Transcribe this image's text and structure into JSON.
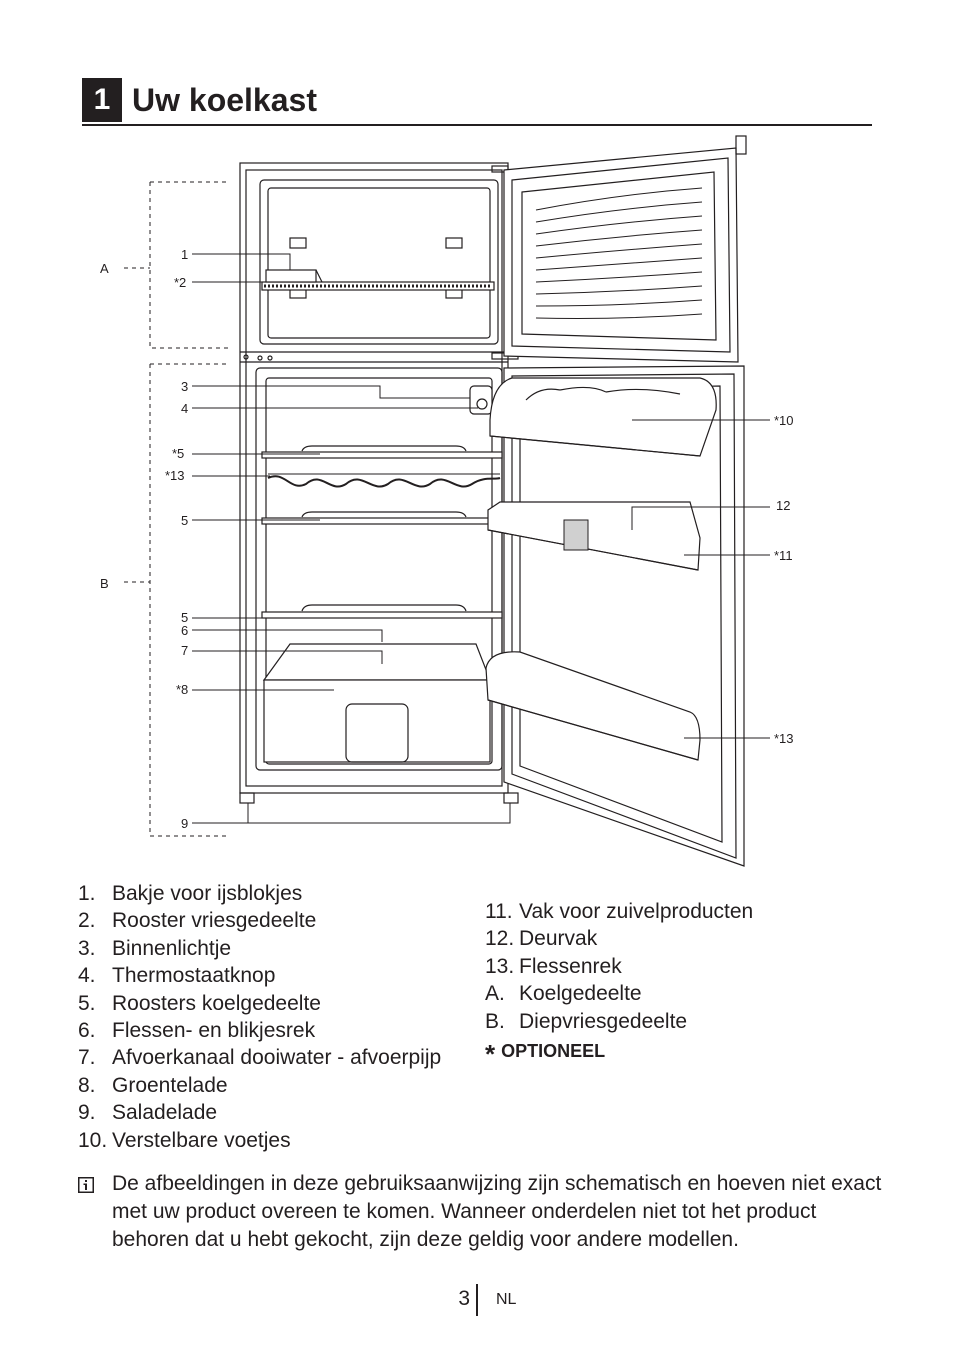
{
  "header": {
    "number": "1",
    "title": "Uw koelkast"
  },
  "figure": {
    "callouts": [
      "1",
      "*2",
      "3",
      "4",
      "*5",
      "*13",
      "5",
      "5",
      "6",
      "7",
      "*8",
      "9",
      "*10",
      "12",
      "*11",
      "*13"
    ],
    "zones": [
      "A",
      "B"
    ]
  },
  "legend_left": [
    {
      "num": "1.",
      "text": "Bakje voor ijsblokjes"
    },
    {
      "num": "2.",
      "text": "Rooster vriesgedeelte"
    },
    {
      "num": "3.",
      "text": "Binnenlichtje"
    },
    {
      "num": "4.",
      "text": "Thermostaatknop"
    },
    {
      "num": "5.",
      "text": "Roosters koelgedeelte"
    },
    {
      "num": "6.",
      "text": "Flessen- en blikjesrek"
    },
    {
      "num": "7.",
      "text": "Afvoerkanaal dooiwater - afvoerpijp"
    },
    {
      "num": "8.",
      "text": "Groentelade"
    },
    {
      "num": "9.",
      "text": "Saladelade"
    },
    {
      "num": "10.",
      "text": "Verstelbare voetjes"
    }
  ],
  "legend_right": [
    {
      "num": "11.",
      "text": "Vak voor zuivelproducten"
    },
    {
      "num": "12.",
      "text": "Deurvak"
    },
    {
      "num": "13.",
      "text": "Flessenrek"
    },
    {
      "num": "A.",
      "text": "Koelgedeelte"
    },
    {
      "num": "B.",
      "text": "Diepvriesgedeelte"
    }
  ],
  "optional": {
    "star": "*",
    "label": "OPTIONEEL"
  },
  "note": {
    "icon": "info-icon",
    "text": "De afbeeldingen in deze gebruiksaanwijzing zijn schematisch en hoeven niet exact met uw product overeen te komen. Wanneer onderdelen niet tot het product behoren dat u hebt gekocht, zijn deze geldig voor andere modellen."
  },
  "footer": {
    "page": "3",
    "lang": "NL"
  }
}
